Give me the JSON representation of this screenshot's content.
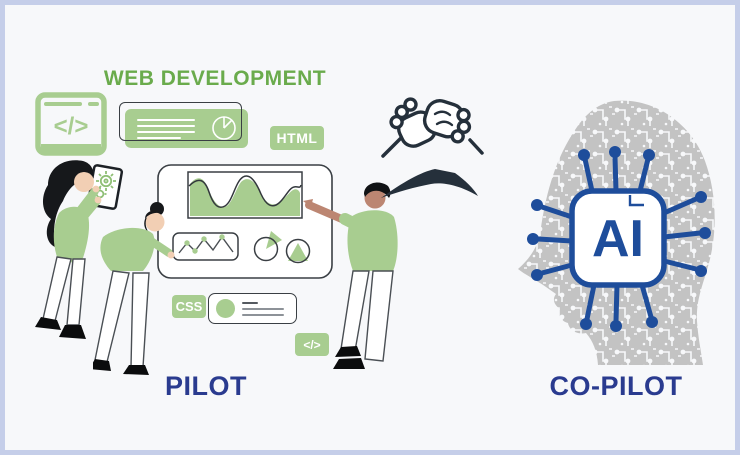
{
  "scene": {
    "pilot": {
      "title": "WEB DEVELOPMENT",
      "label": "PILOT",
      "html_badge": "HTML",
      "css_badge": "CSS",
      "code_badge": "</>",
      "browser_code": "</>"
    },
    "copilot": {
      "label": "CO-PILOT",
      "chip": "AI"
    },
    "colors": {
      "green_text": "#6aab4c",
      "green_fill": "#a8cd90",
      "navy": "#2a3b8f",
      "chip_blue": "#1e4d9b",
      "ink": "#25303b",
      "circuit_gray": "#c3c3c3",
      "border": "#c5cee9",
      "background": "#f7f8fa"
    }
  }
}
